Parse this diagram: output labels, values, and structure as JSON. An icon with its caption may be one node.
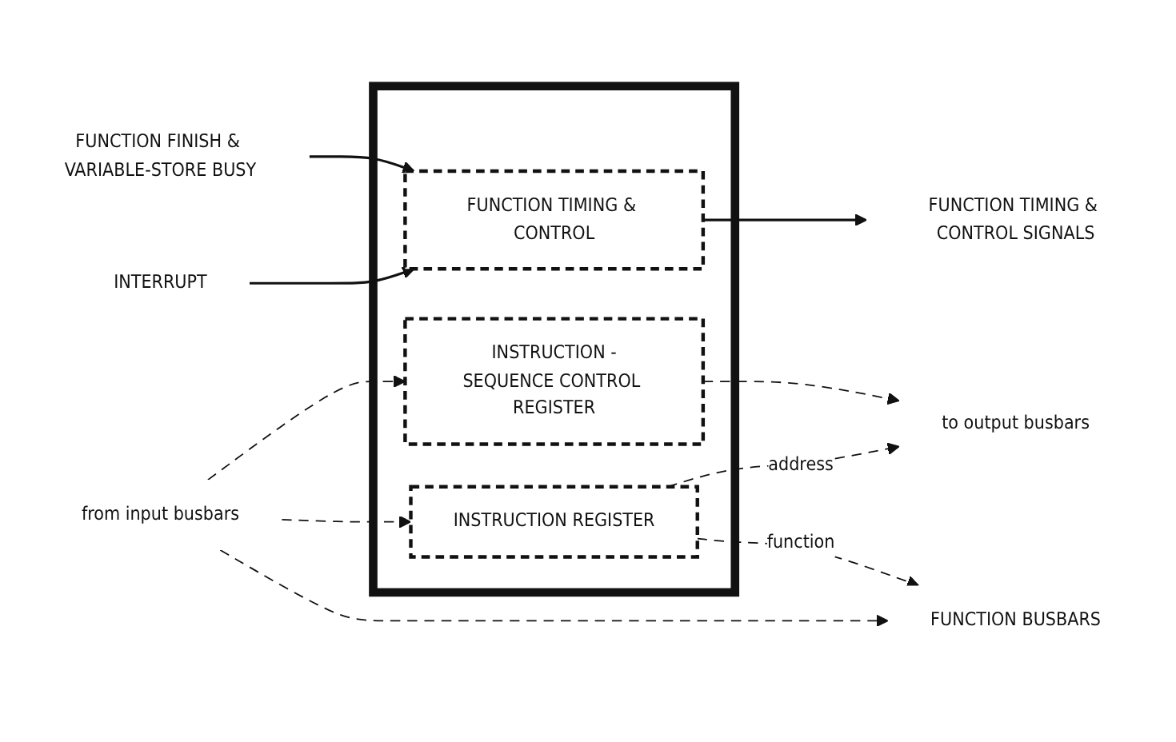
{
  "diagram": {
    "nodes": [
      {
        "text": [],
        "shape": "box"
      },
      {
        "text": [
          "INSTRUCTION REGISTER"
        ],
        "in": 0
      },
      {
        "text": [
          "INSTRUCTION -SEQUENCE CONTROL REGISTER"
        ],
        "in": 0
      },
      {
        "text": [
          "FUNCTION TIMING & CONTROL"
        ],
        "in": 0
      },
      {
        "text": [
          "INTERRUPT"
        ]
      },
      {
        "text": [
          "from input busbars"
        ]
      },
      {
        "text": [
          "to output busbars"
        ]
      },
      {
        "text": [
          "FUNCTION BUSBARS"
        ]
      },
      {
        "text": [
          "FUNCTION TIMING & CONTROL SIGNALS"
        ]
      },
      {
        "text": [
          "FUNCTION FINISH & VARIABLE-STORE BUSY"
        ]
      }
    ],
    "edges": [
      {
        "from": 4,
        "to": 3,
        "arrow": "to"
      },
      {
        "from": 5,
        "to": 1,
        "arrow": "to",
        "style": "dashed"
      },
      {
        "from": 5,
        "to": 2,
        "arrow": "to",
        "style": "dashed"
      },
      {
        "from": 5,
        "to": 7,
        "arrow": "to",
        "style": "dashed"
      },
      {
        "from": 1,
        "to": 7,
        "arrow": "to",
        "label": "function",
        "style": "dashed"
      },
      {
        "from": 1,
        "to": 6,
        "arrow": "to",
        "label": "address",
        "style": "dashed"
      },
      {
        "from": 2,
        "to": 6,
        "arrow": "to",
        "style": "dashed"
      },
      {
        "from": 3,
        "to": 8,
        "arrow": "to"
      },
      {
        "from": 9,
        "to": 3,
        "arrow": "to"
      }
    ]
  }
}
